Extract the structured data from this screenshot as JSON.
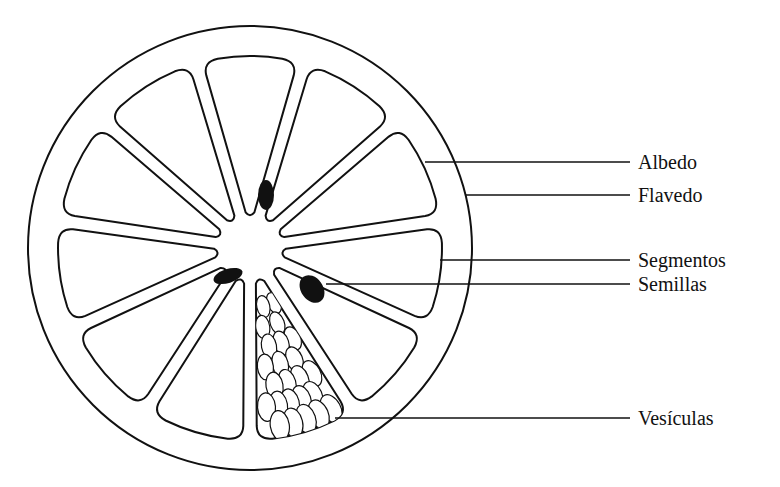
{
  "diagram": {
    "labels": [
      "Albedo",
      "Flavedo",
      "Segmentos",
      "Semillas",
      "Vesículas"
    ]
  }
}
